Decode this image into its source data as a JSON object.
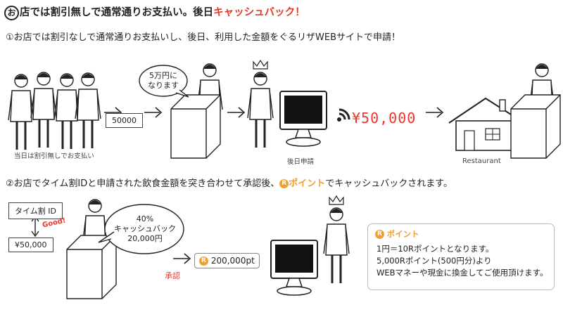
{
  "title": {
    "mark": "お",
    "text": "店では割引無しで通常通りお支払い。後日",
    "highlight": "キャッシュバック！"
  },
  "step1": {
    "text": "①お店では割引なしで通常通りお支払いし、後日、利用した金額をぐるリザWEBサイトで申請！"
  },
  "step2": {
    "before": "②お店でタイム割IDと申請された飲食金額を突き合わせて承認後、",
    "point_label": "ポイント",
    "after": "でキャッシュバックされます。"
  },
  "row1": {
    "people_caption": "当日は割引無しでお支払い",
    "note_amount": "50000",
    "bubble": [
      "5万円に",
      "なります"
    ],
    "monitor_caption": "後日申請",
    "lcd_amount": "¥50,000",
    "restaurant_caption": "Restaurant"
  },
  "row2": {
    "id_card": "タイム割 ID",
    "good_label": "Good!",
    "amount_card": "¥50,000",
    "bubble": [
      "40%",
      "キャッシュバック",
      "20,000円"
    ],
    "approve_label": "承認",
    "points_pill": "200,000pt"
  },
  "info_box": {
    "title": "ポイント",
    "lines": [
      "1円＝10Rポイントとなります。",
      "5,000Rポイント(500円分)より",
      "WEBマネーや現金に換金してご使用頂けます。"
    ]
  },
  "colors": {
    "accent": "#e8372c",
    "point": "#f0a030"
  },
  "icons": [
    "person-icon",
    "cashier-icon",
    "computer-monitor-icon",
    "wifi-signal-icon",
    "house-icon",
    "arrow-right-icon",
    "point-badge-icon"
  ]
}
